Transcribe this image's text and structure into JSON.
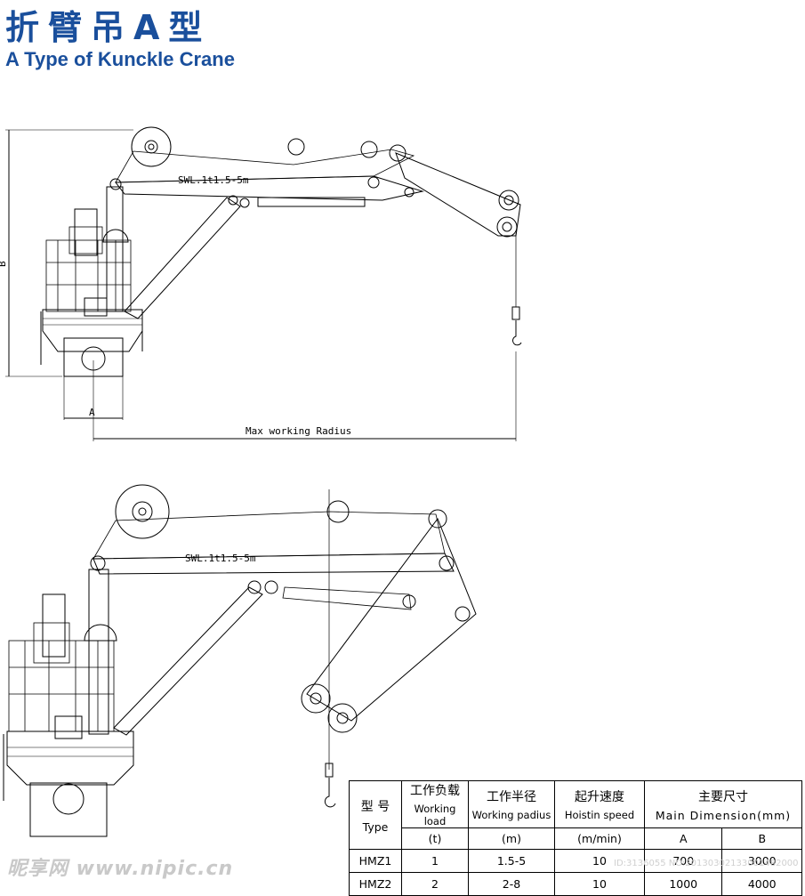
{
  "title_cn": "折臂吊A型",
  "title_en": "A Type of Kunckle Crane",
  "drawing1": {
    "swl_label": "SWL.1t1.5-5m",
    "dim_b": "B",
    "dim_a": "A",
    "radius_label": "Max working Radius"
  },
  "drawing2": {
    "swl_label": "SWL.1t1.5-5m"
  },
  "table": {
    "headers": {
      "type_cn": "型 号",
      "type_en": "Type",
      "load_cn": "工作负载",
      "load_en": "Working load",
      "load_unit": "(t)",
      "radius_cn": "工作半径",
      "radius_en": "Working padius",
      "radius_unit": "(m)",
      "speed_cn": "起升速度",
      "speed_en": "Hoistin speed",
      "speed_unit": "(m/min)",
      "dim_cn": "主要尺寸",
      "dim_en": "Main Dimension(mm)",
      "dim_a": "A",
      "dim_b": "B"
    },
    "rows": [
      {
        "type": "HMZ1",
        "load": "1",
        "radius": "1.5-5",
        "speed": "10",
        "a": "700",
        "b": "3000"
      },
      {
        "type": "HMZ2",
        "load": "2",
        "radius": "2-8",
        "speed": "10",
        "a": "1000",
        "b": "4000"
      }
    ]
  },
  "watermark": {
    "left": "昵享网 www.nipic.cn",
    "right": "ID:3136055 NO:20130302133001482000"
  },
  "colors": {
    "title": "#1a4f9c",
    "line": "#000000"
  }
}
